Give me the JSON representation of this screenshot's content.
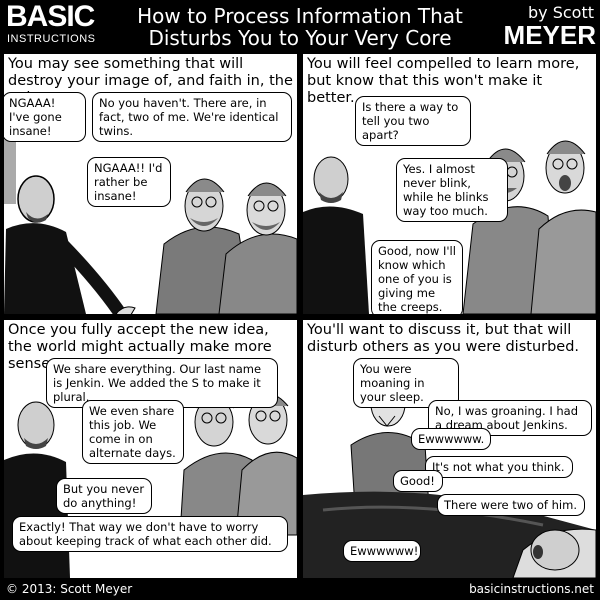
{
  "header": {
    "logo_line1": "BASIC",
    "logo_line2": "INSTRUCTIONS",
    "title_line1": "How to Process Information That",
    "title_line2": "Disturbs You to Your Very Core",
    "byline": "by Scott",
    "author": "MEYER"
  },
  "panels": [
    {
      "caption": "You may see something that will destroy your image of, and faith in, the universe.",
      "bubbles": [
        "NGAAA! I've gone insane!",
        "No you haven't. There are, in fact, two of me. We're identical twins.",
        "NGAAA!! I'd rather be insane!"
      ]
    },
    {
      "caption": "You will feel compelled to learn more, but know that this won't make it better.",
      "bubbles": [
        "Is there a way to tell you two apart?",
        "Yes. I almost never blink, while he blinks way too much.",
        "Good, now I'll know which one of you is giving me the creeps."
      ]
    },
    {
      "caption": "Once you fully accept the new idea, the world might actually make more sense.",
      "bubbles": [
        "We share everything. Our last name is Jenkin. We added the S to make it plural.",
        "We even share this job. We come in on alternate days.",
        "But you never do anything!",
        "Exactly! That way we don't have to worry about keeping track of what each other did."
      ]
    },
    {
      "caption": "You'll want to discuss it, but that will disturb others as you were disturbed.",
      "bubbles": [
        "You were moaning in your sleep.",
        "No, I was groaning. I had a dream about Jenkins.",
        "Ewwwwww.",
        "It's not what you think.",
        "Good!",
        "There were two of him.",
        "Ewwwwww!"
      ]
    }
  ],
  "footer": {
    "copyright": "© 2013: Scott Meyer",
    "site": "basicinstructions.net"
  }
}
